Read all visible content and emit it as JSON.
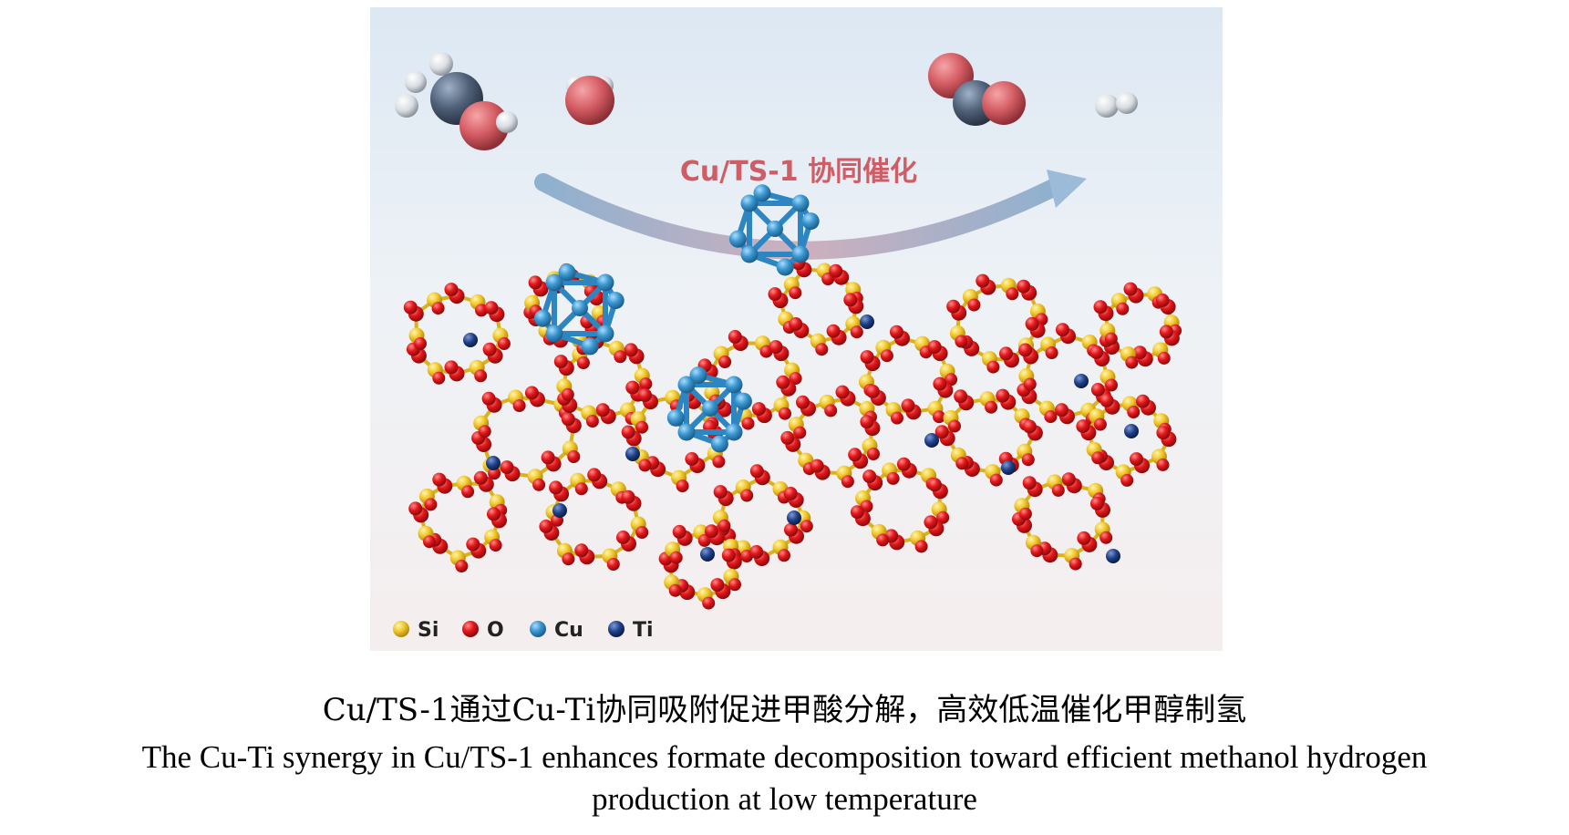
{
  "banner": "Cu/TS-1 协同催化",
  "legend": [
    {
      "label": "Si",
      "color": "#f2c72a"
    },
    {
      "label": "O",
      "color": "#e3171a"
    },
    {
      "label": "Cu",
      "color": "#3a97cf"
    },
    {
      "label": "Ti",
      "color": "#1f3f86"
    }
  ],
  "caption": {
    "zh": "Cu/TS-1通过Cu-Ti协同吸附促进甲酸分解，高效低温催化甲醇制氢",
    "en_line1": "The Cu-Ti synergy in Cu/TS-1 enhances formate decomposition toward efficient methanol hydrogen",
    "en_line2": "production at low temperature"
  }
}
